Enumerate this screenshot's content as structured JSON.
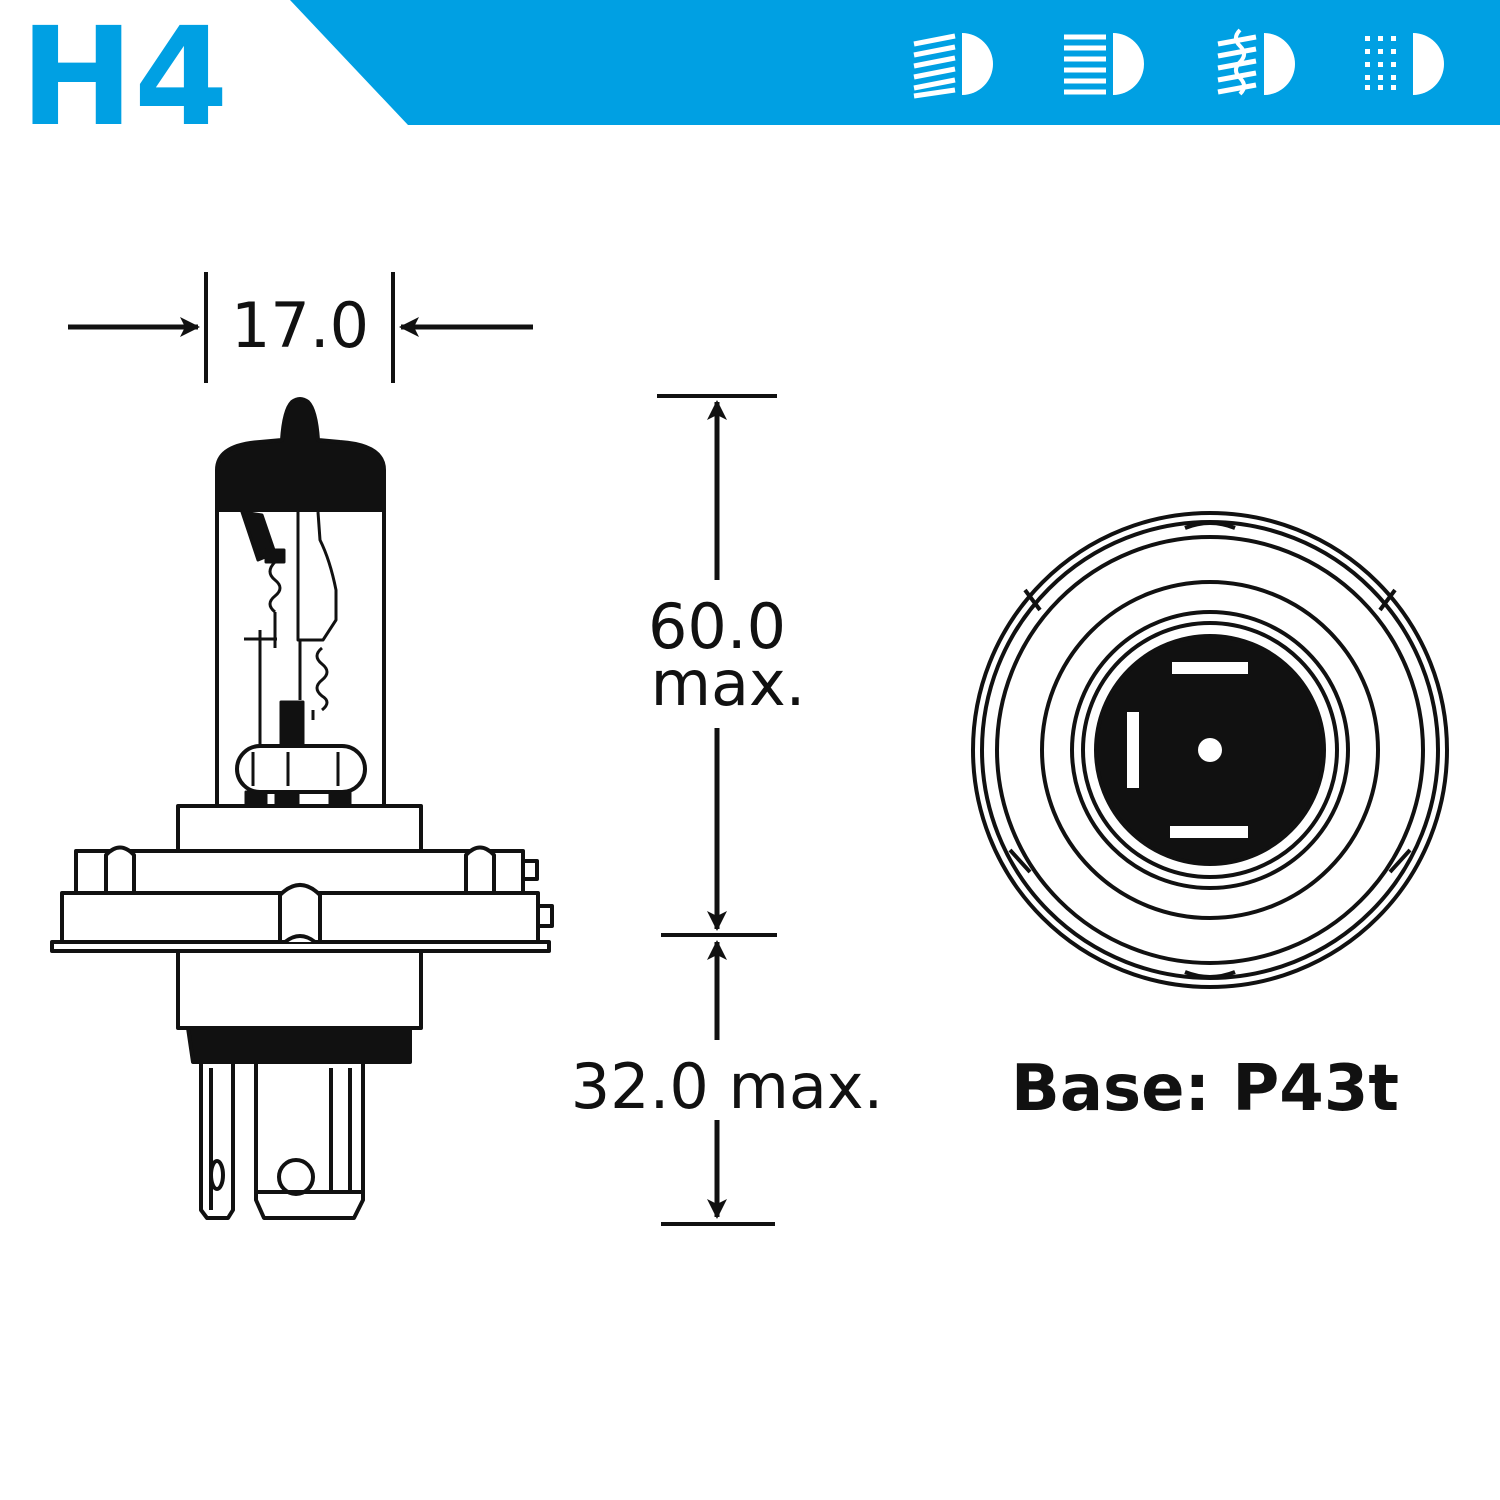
{
  "header": {
    "title": "H4",
    "accent_color": "#00a0e3",
    "icons": [
      "low-beam-icon",
      "high-beam-icon",
      "fog-light-icon",
      "position-light-icon"
    ]
  },
  "dimensions": {
    "width": "17.0",
    "height_line1": "60.0",
    "height_line2": "max.",
    "base_height": "32.0 max."
  },
  "base_label": "Base: P43t"
}
